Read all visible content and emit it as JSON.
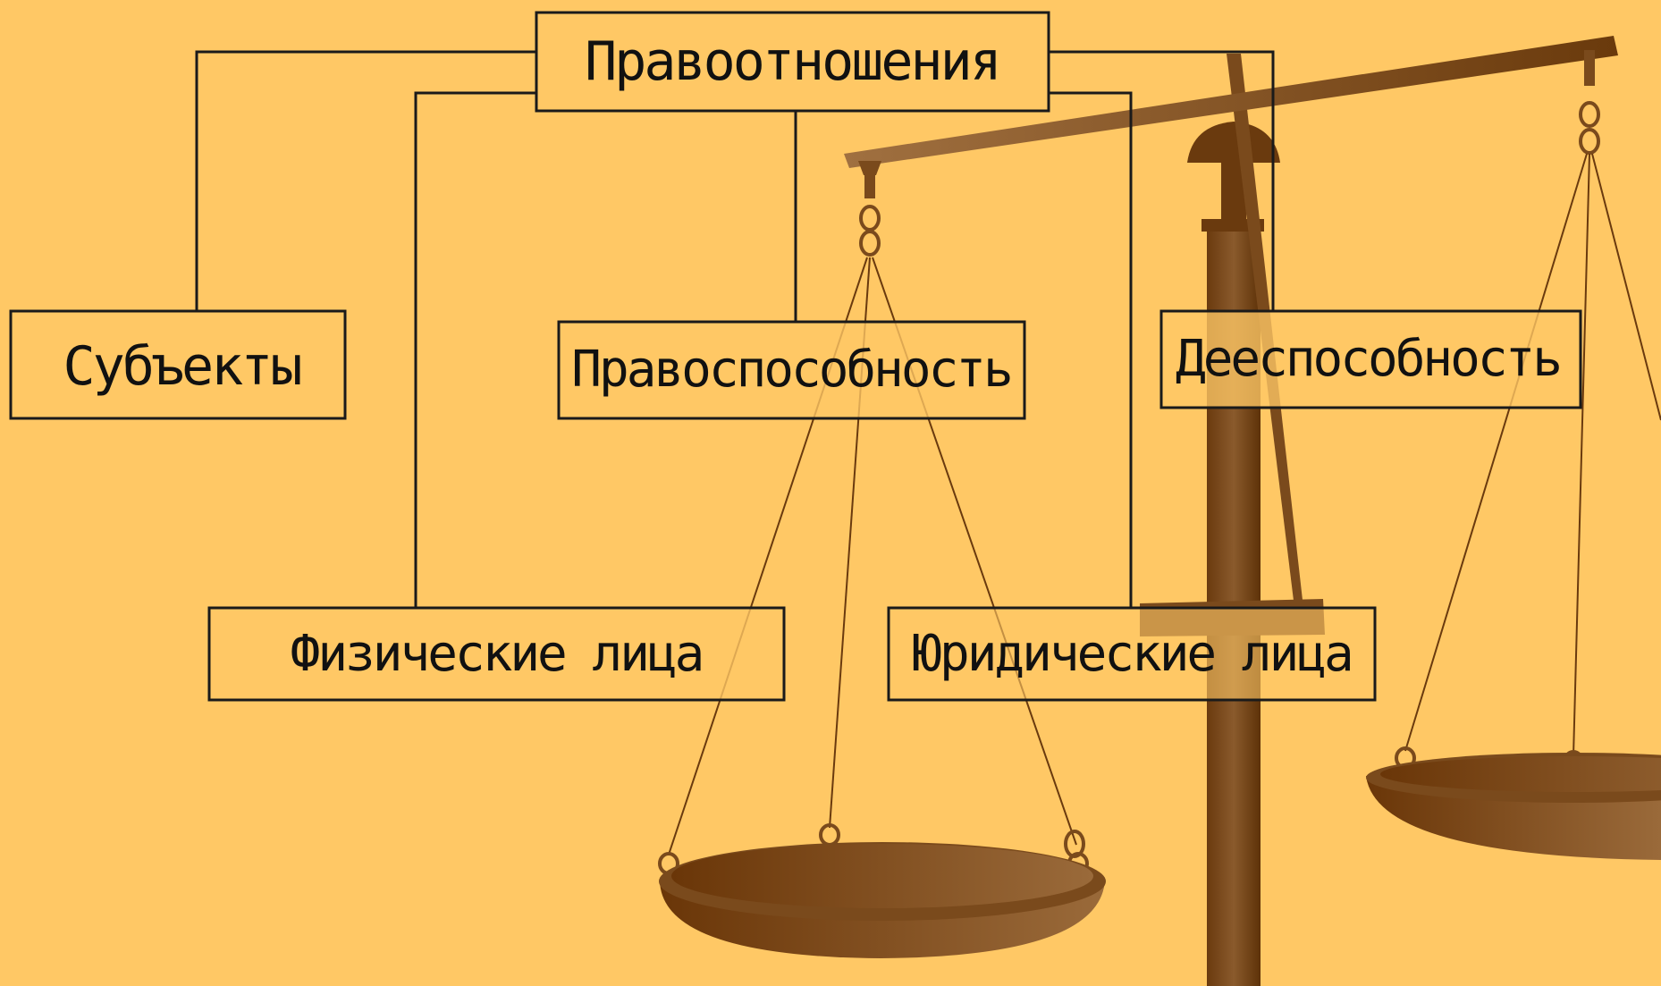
{
  "diagram": {
    "root": {
      "label": "Правоотношения"
    },
    "subjects": {
      "label": "Субъекты"
    },
    "legal_capacity": {
      "label": "Правоспособность"
    },
    "active_capacity": {
      "label": "Дееспособность"
    },
    "natural_persons": {
      "label": "Физические лица"
    },
    "legal_entities": {
      "label": "Юридические лица"
    }
  },
  "colors": {
    "background": "#FFC865",
    "box_fill": "#FFC865",
    "box_stroke": "#1a1a1a",
    "scale_dark": "#6B3A0C",
    "scale_light": "#9A6A3C"
  },
  "icons": {
    "scales": "scales-of-justice-icon"
  }
}
